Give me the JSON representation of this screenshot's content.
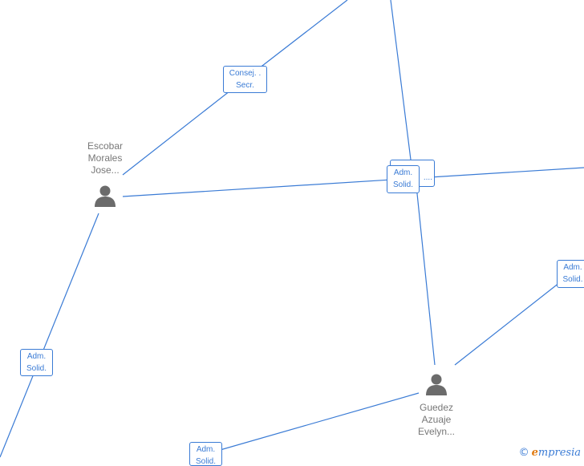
{
  "nodes": [
    {
      "id": "escobar",
      "name_lines": [
        "Escobar",
        "Morales",
        "Jose..."
      ],
      "icon": "person-icon"
    },
    {
      "id": "guedez",
      "name_lines": [
        "Guedez",
        "Azuaje",
        "Evelyn..."
      ],
      "icon": "person-icon"
    }
  ],
  "edge_labels": [
    {
      "id": "consej-secr",
      "lines": [
        "Consej. .",
        "Secr."
      ]
    },
    {
      "id": "back-label",
      "lines": [
        "...",
        "...."
      ]
    },
    {
      "id": "adm-solid-center",
      "lines": [
        "Adm.",
        "Solid."
      ]
    },
    {
      "id": "adm-solid-right",
      "lines": [
        "Adm.",
        "Solid."
      ]
    },
    {
      "id": "adm-solid-left",
      "lines": [
        "Adm.",
        "Solid."
      ]
    },
    {
      "id": "adm-solid-bottom",
      "lines": [
        "Adm.",
        "Solid."
      ]
    }
  ],
  "watermark": {
    "copyright": "©",
    "brand_initial": "e",
    "brand_rest": "mpresia"
  },
  "colors": {
    "edge": "#3a7bd5",
    "node_text": "#777777",
    "icon": "#6b6b6b",
    "brand_accent": "#e07a10"
  }
}
